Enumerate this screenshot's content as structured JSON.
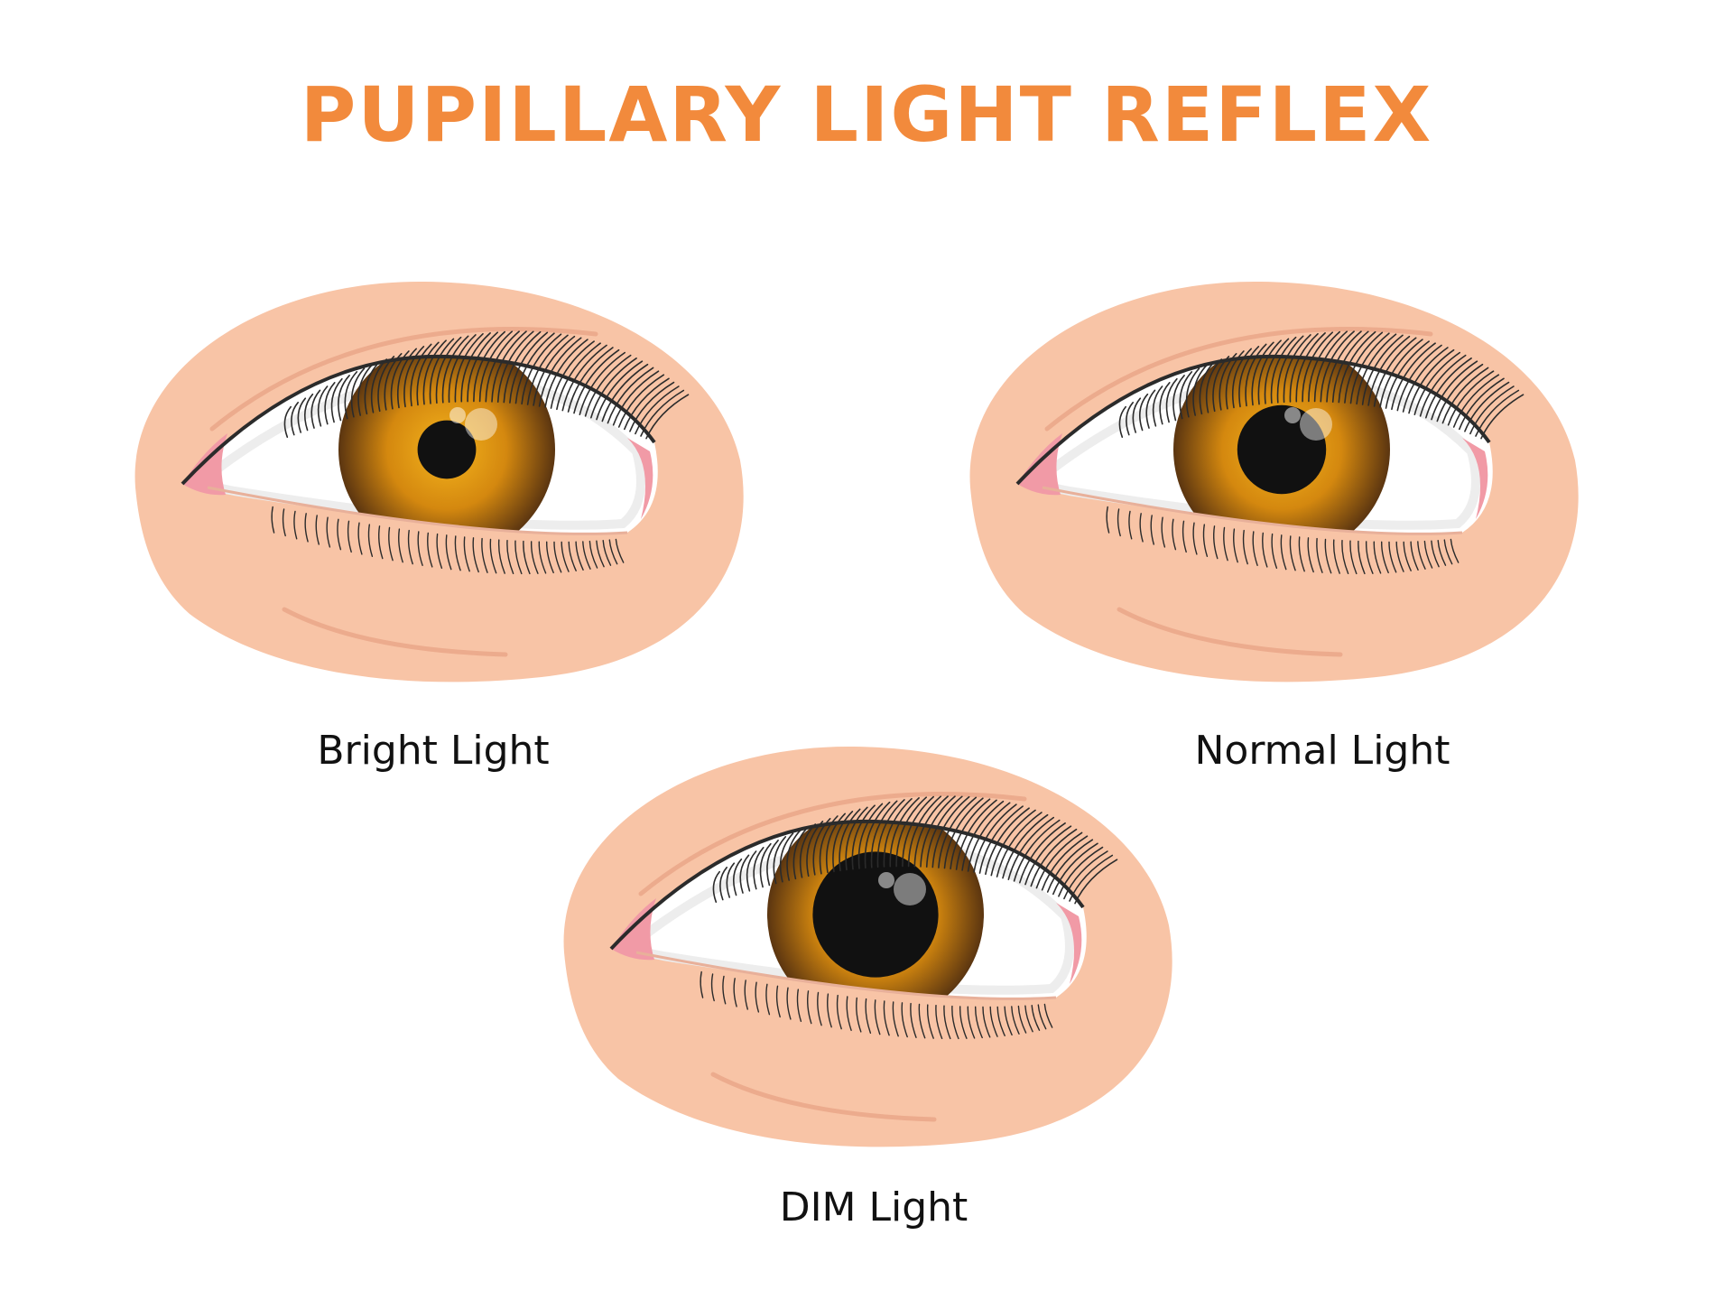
{
  "title": "PUPILLARY LIGHT REFLEX",
  "colors": {
    "title": "#f28a3c",
    "skin": "#f8c4a6",
    "skin_shadow": "#ecab8d",
    "sclera": "#ffffff",
    "inner_corner": "#f19aa6",
    "iris_inner": "#f4b41d",
    "iris_outer": "#5b3510",
    "pupil": "#111111",
    "lash": "#2b2b2b"
  },
  "eyes": [
    {
      "label": "Bright Light",
      "pupil_ratio": 0.27
    },
    {
      "label": "Normal Light",
      "pupil_ratio": 0.41
    },
    {
      "label": "DIM Light",
      "pupil_ratio": 0.58
    }
  ]
}
